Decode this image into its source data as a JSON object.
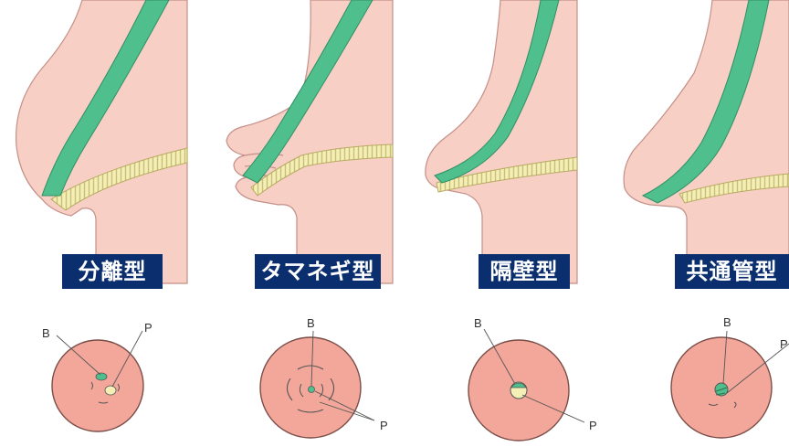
{
  "panels": [
    {
      "label": "分離型",
      "callouts": {
        "b": "B",
        "p": "P"
      }
    },
    {
      "label": "タマネギ型",
      "callouts": {
        "b": "B",
        "p": "P"
      }
    },
    {
      "label": "隔壁型",
      "callouts": {
        "b": "B",
        "p": "P"
      }
    },
    {
      "label": "共通管型",
      "callouts": {
        "b": "B",
        "p": "P"
      }
    }
  ],
  "colors": {
    "skin": "#f7cfc4",
    "skin_outline": "#c48f88",
    "bile_duct": "#4fbf8e",
    "pancreatic_duct": "#f4efb7",
    "duct_hatch": "#b8aa62",
    "papilla_disc": "#f2a79a",
    "label_bg": "#0b2f6e"
  }
}
